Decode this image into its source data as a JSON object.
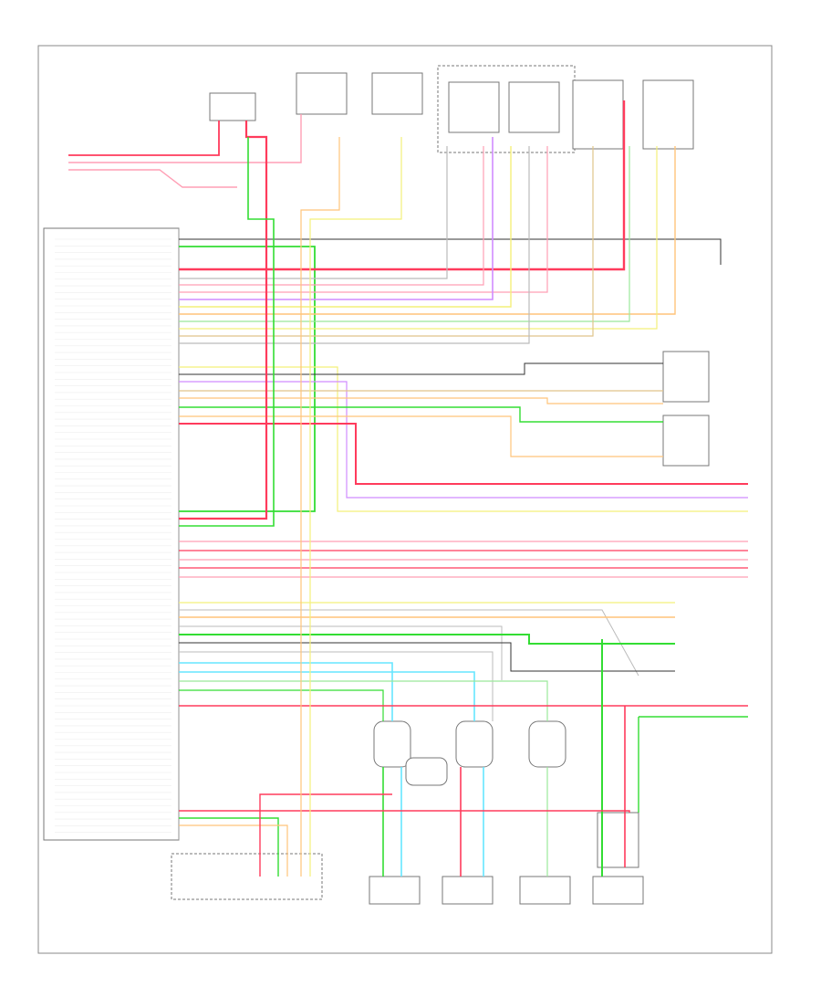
{
  "diagram": {
    "footer_code": "",
    "colors": {
      "red": "#ff3b5c",
      "pink": "#ff9fb5",
      "green": "#33dd33",
      "light_green": "#9be89b",
      "cyan": "#66e6ff",
      "yellow": "#f4f07a",
      "orange": "#ffc47a",
      "violet": "#d08cff",
      "magenta": "#ff66ff",
      "gray": "#bbbbbb",
      "dark": "#333333",
      "tan": "#e0c48a"
    },
    "components": [
      {
        "id": "c1",
        "label": ""
      },
      {
        "id": "c2",
        "label": ""
      },
      {
        "id": "c3",
        "label": ""
      },
      {
        "id": "c4",
        "label": ""
      },
      {
        "id": "c5",
        "label": ""
      },
      {
        "id": "c6",
        "label": ""
      },
      {
        "id": "c7",
        "label": ""
      },
      {
        "id": "c8",
        "label": ""
      }
    ]
  }
}
